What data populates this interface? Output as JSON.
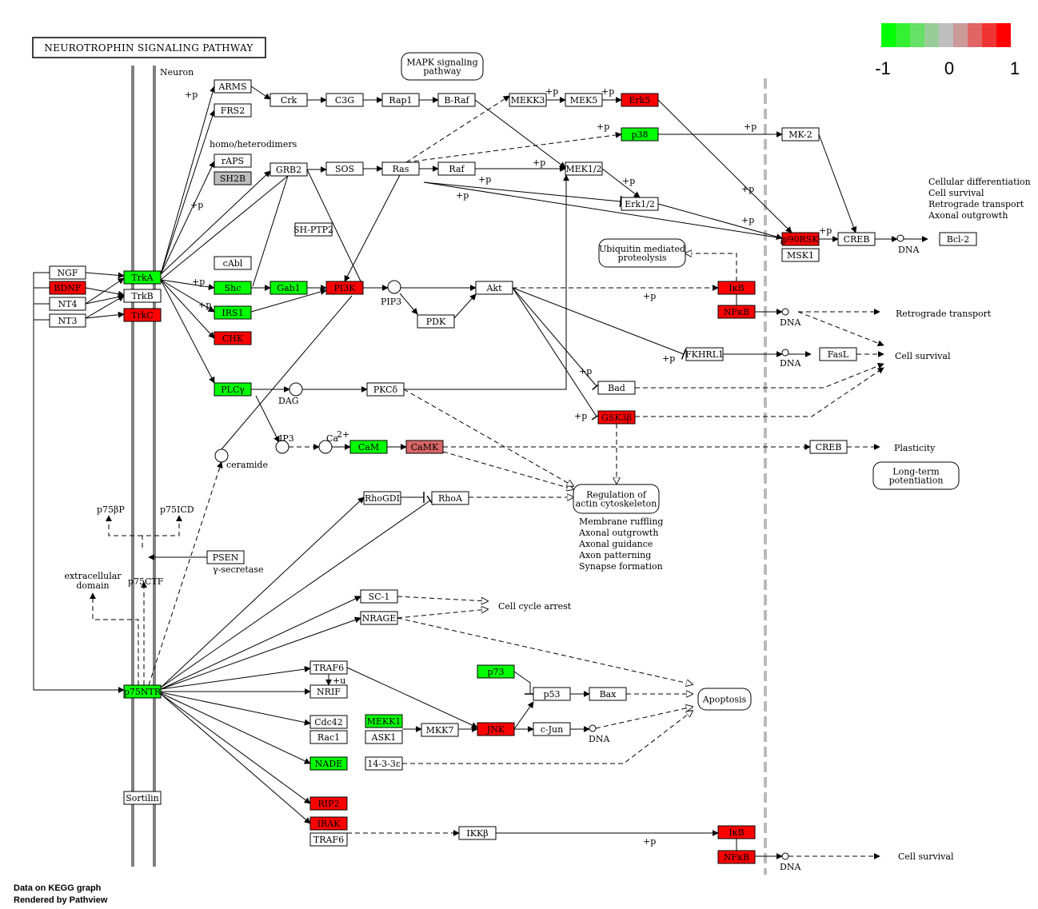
{
  "title": "NEUROTROPHIN SIGNALING PATHWAY",
  "footer": {
    "line1": "Data on KEGG graph",
    "line2": "Rendered by Pathview"
  },
  "legend": {
    "min_label": "-1",
    "mid_label": "0",
    "max_label": "1",
    "colors": [
      "#00ff00",
      "#33f033",
      "#66e066",
      "#99cc99",
      "#bebebe",
      "#cc9999",
      "#e06666",
      "#f03333",
      "#ff0000"
    ]
  },
  "colors": {
    "up": "#ff0000",
    "down": "#00ff00",
    "camk": "#d96666",
    "sh2b": "#bebebe",
    "none": "#ffffff",
    "membrane": "#808080",
    "boundary": "#bbbbbb"
  },
  "genes": [
    {
      "id": "ngf",
      "label": "NGF",
      "color": "#ffffff"
    },
    {
      "id": "bdnf",
      "label": "BDNF",
      "color": "#ff0000"
    },
    {
      "id": "nt4",
      "label": "NT4",
      "color": "#ffffff"
    },
    {
      "id": "nt3",
      "label": "NT3",
      "color": "#ffffff"
    },
    {
      "id": "trka",
      "label": "TrkA",
      "color": "#00ff00"
    },
    {
      "id": "trkb",
      "label": "TrkB",
      "color": "#ffffff"
    },
    {
      "id": "trkc",
      "label": "TrkC",
      "color": "#ff0000"
    },
    {
      "id": "arms",
      "label": "ARMS",
      "color": "#ffffff"
    },
    {
      "id": "frs2",
      "label": "FRS2",
      "color": "#ffffff"
    },
    {
      "id": "crk",
      "label": "Crk",
      "color": "#ffffff"
    },
    {
      "id": "c3g",
      "label": "C3G",
      "color": "#ffffff"
    },
    {
      "id": "rap1",
      "label": "Rap1",
      "color": "#ffffff"
    },
    {
      "id": "braf",
      "label": "B-Raf",
      "color": "#ffffff"
    },
    {
      "id": "mekk3",
      "label": "MEKK3",
      "color": "#ffffff"
    },
    {
      "id": "mek5",
      "label": "MEK5",
      "color": "#ffffff"
    },
    {
      "id": "erk5",
      "label": "Erk5",
      "color": "#ff0000"
    },
    {
      "id": "p38",
      "label": "p38",
      "color": "#00ff00"
    },
    {
      "id": "mk2",
      "label": "MK-2",
      "color": "#ffffff"
    },
    {
      "id": "raps",
      "label": "rAPS",
      "color": "#ffffff"
    },
    {
      "id": "sh2b",
      "label": "SH2B",
      "color": "#bebebe"
    },
    {
      "id": "grb2",
      "label": "GRB2",
      "color": "#ffffff"
    },
    {
      "id": "sos",
      "label": "SOS",
      "color": "#ffffff"
    },
    {
      "id": "ras",
      "label": "Ras",
      "color": "#ffffff"
    },
    {
      "id": "raf",
      "label": "Raf",
      "color": "#ffffff"
    },
    {
      "id": "mek12",
      "label": "MEK1/2",
      "color": "#ffffff"
    },
    {
      "id": "erk12",
      "label": "Erk1/2",
      "color": "#ffffff"
    },
    {
      "id": "shp2",
      "label": "SH-PTP2",
      "color": "#ffffff"
    },
    {
      "id": "p90rsk",
      "label": "p90RSK",
      "color": "#ff0000"
    },
    {
      "id": "msk1",
      "label": "MSK1",
      "color": "#ffffff"
    },
    {
      "id": "creb1",
      "label": "CREB",
      "color": "#ffffff"
    },
    {
      "id": "bcl2",
      "label": "Bcl-2",
      "color": "#ffffff"
    },
    {
      "id": "cabl",
      "label": "cAbl",
      "color": "#ffffff"
    },
    {
      "id": "shc",
      "label": "Shc",
      "color": "#00ff00"
    },
    {
      "id": "gab1",
      "label": "Gab1",
      "color": "#00ff00"
    },
    {
      "id": "pi3k",
      "label": "PI3K",
      "color": "#ff0000"
    },
    {
      "id": "irs1",
      "label": "IRS1",
      "color": "#00ff00"
    },
    {
      "id": "chk",
      "label": "CHK",
      "color": "#ff0000"
    },
    {
      "id": "akt",
      "label": "Akt",
      "color": "#ffffff"
    },
    {
      "id": "pdk",
      "label": "PDK",
      "color": "#ffffff"
    },
    {
      "id": "ikb1",
      "label": "IκB",
      "color": "#ff0000"
    },
    {
      "id": "nfkb1",
      "label": "NFκB",
      "color": "#ff0000"
    },
    {
      "id": "fkhrl1",
      "label": "FKHRL1",
      "color": "#ffffff"
    },
    {
      "id": "fasl",
      "label": "FasL",
      "color": "#ffffff"
    },
    {
      "id": "bad",
      "label": "Bad",
      "color": "#ffffff"
    },
    {
      "id": "gsk3b",
      "label": "GSK3β",
      "color": "#ff0000"
    },
    {
      "id": "plcg",
      "label": "PLCγ",
      "color": "#00ff00"
    },
    {
      "id": "pkcd",
      "label": "PKCδ",
      "color": "#ffffff"
    },
    {
      "id": "cam",
      "label": "CaM",
      "color": "#00ff00"
    },
    {
      "id": "camk",
      "label": "CaMK",
      "color": "#d96666"
    },
    {
      "id": "creb2",
      "label": "CREB",
      "color": "#ffffff"
    },
    {
      "id": "rhogdi",
      "label": "RhoGDI",
      "color": "#ffffff"
    },
    {
      "id": "rhoa",
      "label": "RhoA",
      "color": "#ffffff"
    },
    {
      "id": "psen",
      "label": "PSEN",
      "color": "#ffffff"
    },
    {
      "id": "sc1",
      "label": "SC-1",
      "color": "#ffffff"
    },
    {
      "id": "nrage",
      "label": "NRAGE",
      "color": "#ffffff"
    },
    {
      "id": "traf6a",
      "label": "TRAF6",
      "color": "#ffffff"
    },
    {
      "id": "nrif",
      "label": "NRIF",
      "color": "#ffffff"
    },
    {
      "id": "p75ntr",
      "label": "p75NTR",
      "color": "#00ff00"
    },
    {
      "id": "p73",
      "label": "p73",
      "color": "#00ff00"
    },
    {
      "id": "p53",
      "label": "p53",
      "color": "#ffffff"
    },
    {
      "id": "bax",
      "label": "Bax",
      "color": "#ffffff"
    },
    {
      "id": "cdc42",
      "label": "Cdc42",
      "color": "#ffffff"
    },
    {
      "id": "rac1",
      "label": "Rac1",
      "color": "#ffffff"
    },
    {
      "id": "mekk1",
      "label": "MEKK1",
      "color": "#00ff00"
    },
    {
      "id": "ask1",
      "label": "ASK1",
      "color": "#ffffff"
    },
    {
      "id": "mkk7",
      "label": "MKK7",
      "color": "#ffffff"
    },
    {
      "id": "jnk",
      "label": "JNK",
      "color": "#ff0000"
    },
    {
      "id": "cjun",
      "label": "c-Jun",
      "color": "#ffffff"
    },
    {
      "id": "nade",
      "label": "NADE",
      "color": "#00ff00"
    },
    {
      "id": "ywhae",
      "label": "14-3-3ε",
      "color": "#ffffff"
    },
    {
      "id": "sortilin",
      "label": "Sortilin",
      "color": "#ffffff"
    },
    {
      "id": "rip2",
      "label": "RIP2",
      "color": "#ff0000"
    },
    {
      "id": "irak",
      "label": "IRAK",
      "color": "#ff0000"
    },
    {
      "id": "traf6b",
      "label": "TRAF6",
      "color": "#ffffff"
    },
    {
      "id": "ikkb",
      "label": "IKKβ",
      "color": "#ffffff"
    },
    {
      "id": "ikb2",
      "label": "IκB",
      "color": "#ff0000"
    },
    {
      "id": "nfkb2",
      "label": "NFκB",
      "color": "#ff0000"
    }
  ],
  "pathway_boxes": {
    "mapk": [
      "MAPK signaling",
      "pathway"
    ],
    "ubiquitin": [
      "Ubiquitin mediated",
      "proteolysis"
    ],
    "regulation": [
      "Regulation of",
      "actin cytoskeleton"
    ],
    "apoptosis": "Apoptosis",
    "ltp": [
      "Long-term",
      "potentiation"
    ]
  },
  "labels": {
    "neuron": "Neuron",
    "homo": "homo/heterodimers",
    "pip3": "PIP3",
    "dag": "DAG",
    "ip3": "IP3",
    "ca": "Ca",
    "ca_sup": "2+",
    "ceramide": "ceramide",
    "p75bp": "p75βP",
    "p75icd": "p75ICD",
    "p75ctf": "p75CTF",
    "extracellular": [
      "extracellular",
      "domain"
    ],
    "gsecretase": "γ-secretase",
    "dna": "DNA",
    "retro": "Retrograde transport",
    "cell_survival": "Cell survival",
    "plasticity": "Plasticity",
    "cell_cycle": "Cell cycle arrest",
    "outcomes": [
      "Cellular differentiation",
      "Cell survival",
      "Retrograde transport",
      "Axonal outgrowth"
    ],
    "actin": [
      "Membrane ruffling",
      "Axonal outgrowth",
      "Axonal guidance",
      "Axon patterning",
      "Synapse formation"
    ],
    "plus_p": "+p",
    "plus_u": "+u"
  }
}
